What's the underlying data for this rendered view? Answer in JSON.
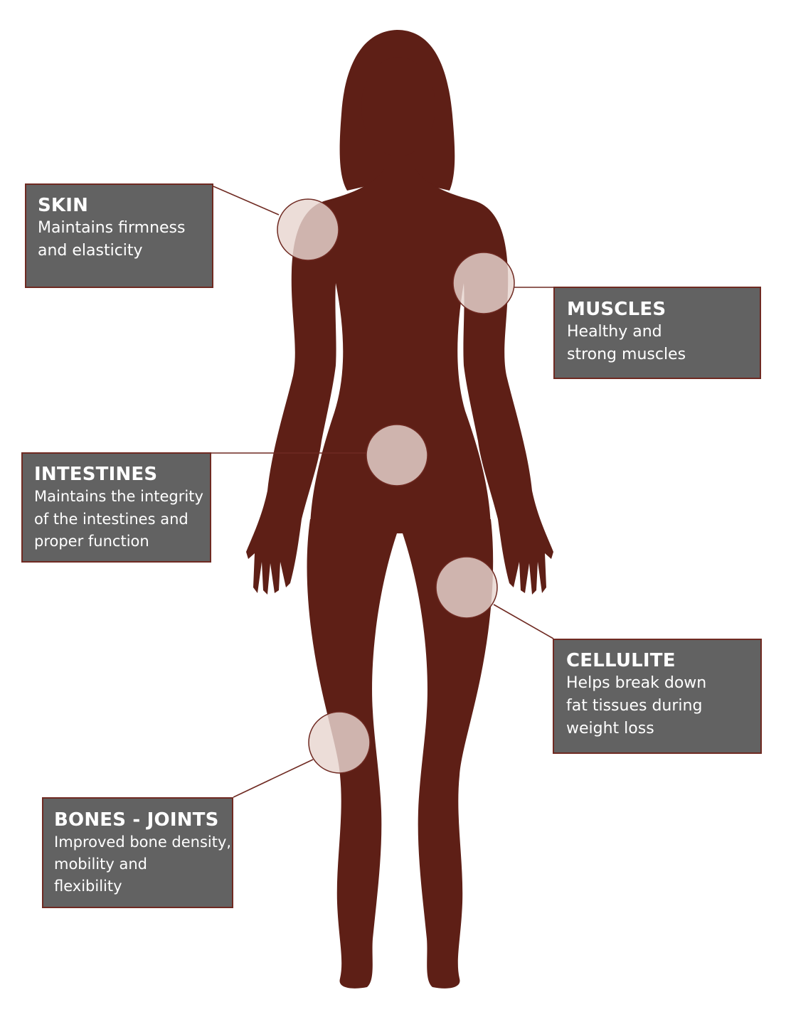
{
  "colors": {
    "silhouette": "#5e1f16",
    "card_bg": "#626262",
    "card_border": "#6f2a22",
    "callout_line": "#6f2a22",
    "marker_fill": "#e8d6d0",
    "marker_stroke": "#6f2a22"
  },
  "cards": {
    "skin": {
      "title": "SKIN",
      "desc": "Maintains firmness\nand elasticity"
    },
    "muscles": {
      "title": "MUSCLES",
      "desc": "Healthy and\nstrong muscles"
    },
    "intestines": {
      "title": "INTESTINES",
      "desc": "Maintains the integrity\nof the intestines and\nproper function"
    },
    "cellulite": {
      "title": "CELLULITE",
      "desc": "Helps break down\nfat tissues during\nweight loss"
    },
    "bones": {
      "title": "BONES - JOINTS",
      "desc": "Improved bone density,\nmobility and\nflexibility"
    }
  }
}
